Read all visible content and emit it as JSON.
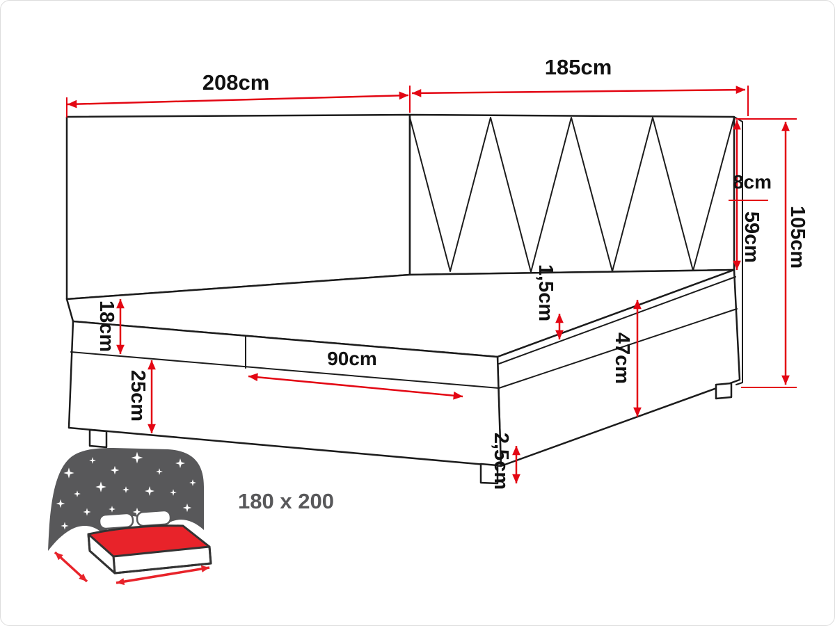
{
  "diagram": {
    "bed_size_label": "180 x 200",
    "dimensions": {
      "wall_width": "208cm",
      "headboard_width": "185cm",
      "headboard_thickness": "8cm",
      "headboard_front_height": "59cm",
      "total_height": "105cm",
      "mattress_height": "18cm",
      "base_height": "25cm",
      "mattress_section_width": "90cm",
      "topper_height": "1,5cm",
      "side_height": "47cm",
      "leg_height": "2,5cm"
    },
    "colors": {
      "dimension_red": "#e30613",
      "outline_black": "#1c1c1c",
      "icon_gray": "#58585a",
      "icon_red": "#e8232a",
      "label_gray": "#58585a"
    }
  }
}
